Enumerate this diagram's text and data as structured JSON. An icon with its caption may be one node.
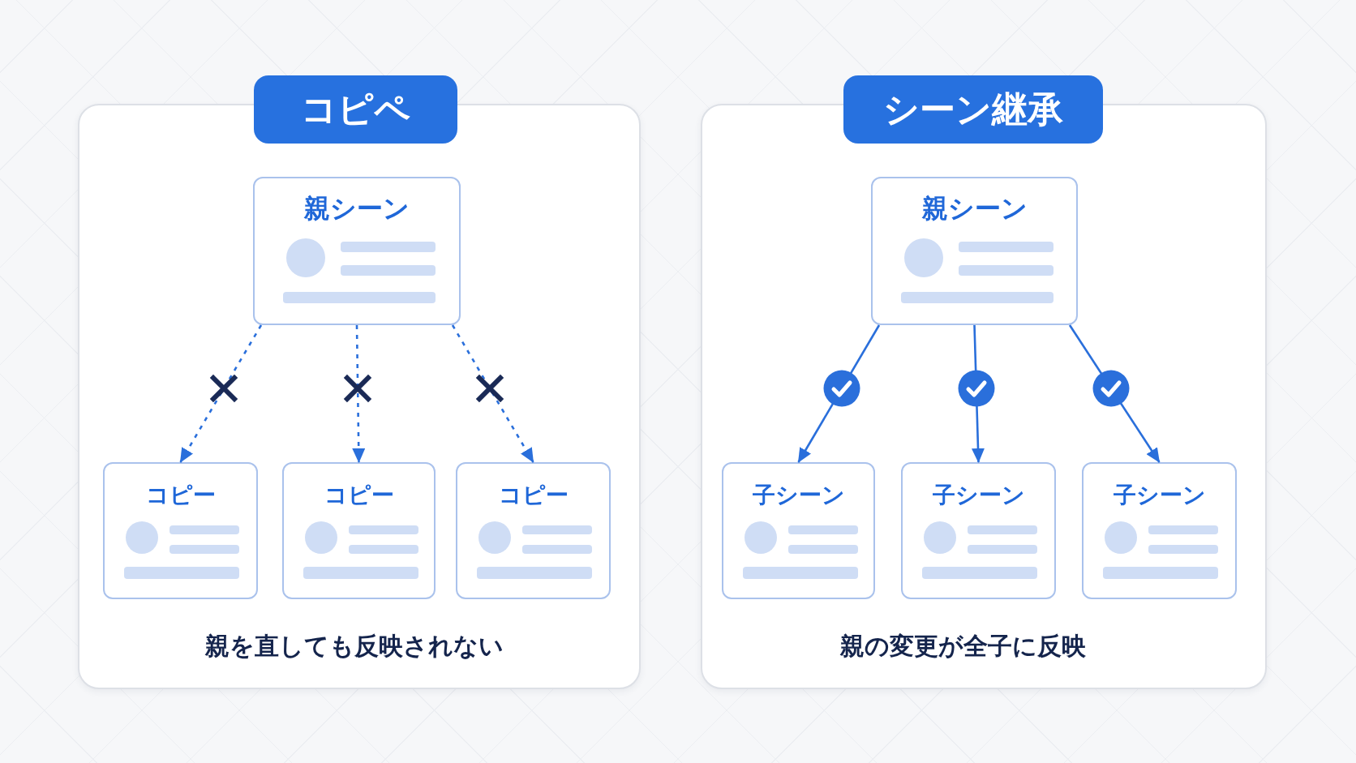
{
  "diagram": {
    "nodes": [
      {
        "text": [
          "コピペ",
          "親を直しても反映されない"
        ]
      },
      {
        "text": [
          "親シーン"
        ],
        "in": 0
      },
      {
        "text": [
          "コピー"
        ],
        "in": 0
      },
      {
        "text": [
          "コピー"
        ],
        "in": 0
      },
      {
        "text": [
          "コピー"
        ],
        "in": 0
      },
      {
        "text": [
          "シーン継承",
          "親の変更が全子に反映"
        ]
      },
      {
        "text": [
          "親シーン"
        ],
        "in": 5
      },
      {
        "text": [
          "子シーン"
        ],
        "in": 5
      },
      {
        "text": [
          "子シーン"
        ],
        "in": 5
      },
      {
        "text": [
          "子シーン"
        ],
        "in": 5
      }
    ],
    "edges": [
      {
        "from": 1,
        "to": 2,
        "arrow": "to",
        "style": "dashed"
      },
      {
        "from": 1,
        "to": 3,
        "arrow": "to",
        "style": "dashed"
      },
      {
        "from": 1,
        "to": 4,
        "arrow": "to",
        "style": "dashed"
      },
      {
        "from": 6,
        "to": 7,
        "arrow": "to"
      },
      {
        "from": 6,
        "to": 8,
        "arrow": "to"
      },
      {
        "from": 6,
        "to": 9,
        "arrow": "to"
      }
    ]
  }
}
